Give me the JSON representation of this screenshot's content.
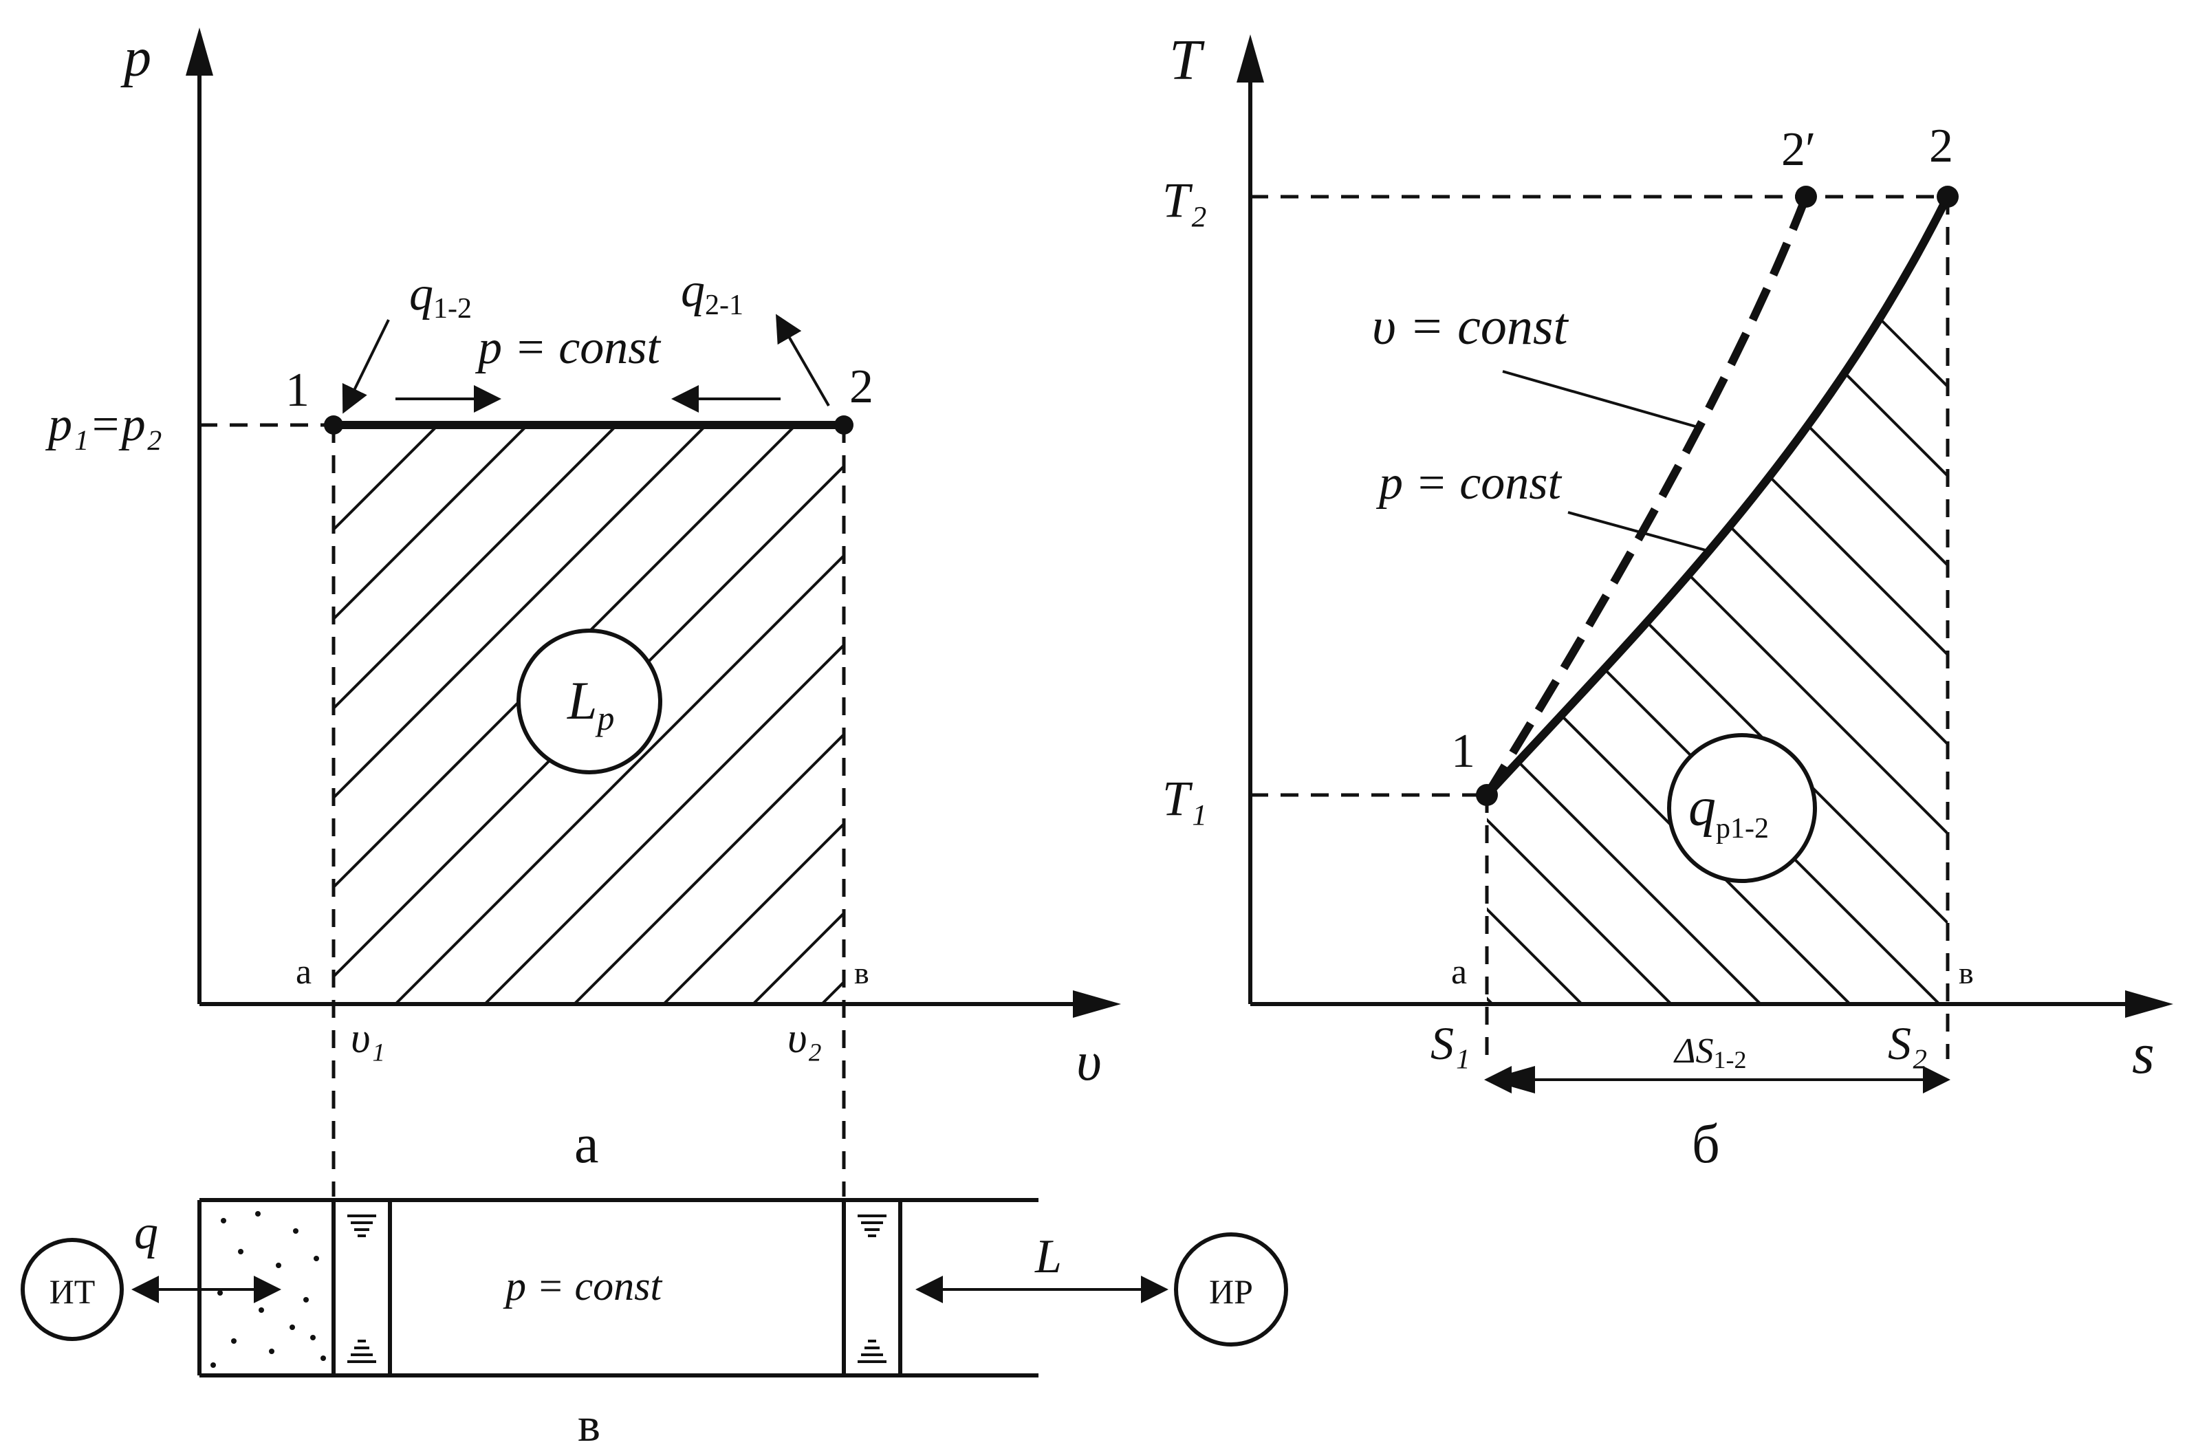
{
  "left_diagram": {
    "y_axis_label": "p",
    "x_axis_label": "υ",
    "pressure_label": "p₁=p₂",
    "point1": "1",
    "point2": "2",
    "q12_label": "q",
    "q12_sub": "1-2",
    "q21_label": "q",
    "q21_sub": "2-1",
    "process_label": "p = const",
    "work_label": "L",
    "work_sub": "p",
    "a_label": "a",
    "b_label": "в",
    "v1_label": "υ₁",
    "v2_label": "υ₂",
    "caption": "a"
  },
  "right_diagram": {
    "y_axis_label": "T",
    "x_axis_label": "s",
    "T2_label": "T₂",
    "T1_label": "T₁",
    "point1": "1",
    "point2": "2",
    "point2prime": "2′",
    "v_const_label": "υ = const",
    "p_const_label": "p = const",
    "heat_label": "q",
    "heat_sub": "p1-2",
    "a_label": "a",
    "b_label": "в",
    "s1_label": "S₁",
    "s2_label": "S₂",
    "ds_label": "ΔS",
    "ds_sub": "1-2",
    "caption": "б"
  },
  "cylinder": {
    "heat_source": "ИТ",
    "work_receiver": "ИР",
    "heat_label": "q",
    "work_label": "L",
    "process_label": "p = const",
    "caption": "в"
  }
}
